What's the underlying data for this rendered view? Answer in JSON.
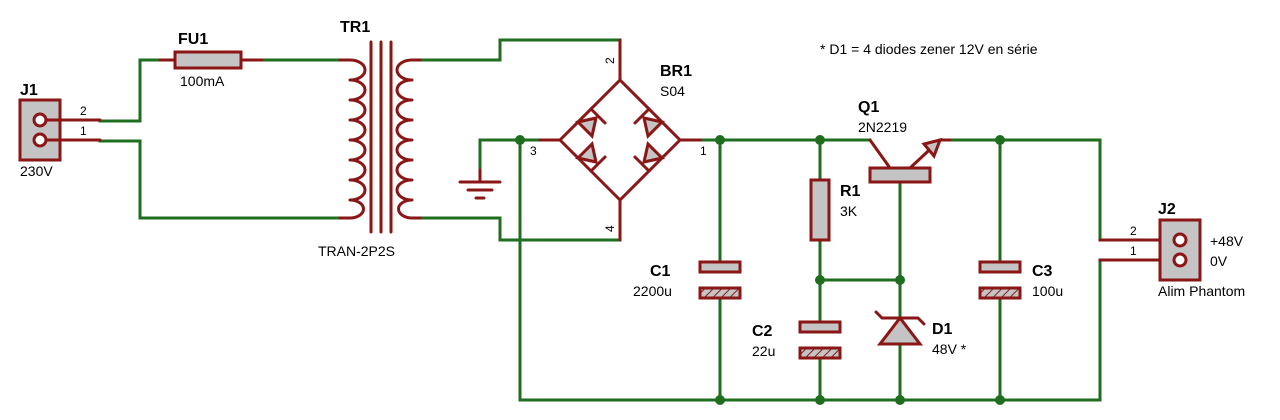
{
  "note": "* D1 = 4 diodes zener 12V en série",
  "components": {
    "J1": {
      "ref": "J1",
      "value": "230V",
      "pin_top": "2",
      "pin_bottom": "1"
    },
    "FU1": {
      "ref": "FU1",
      "value": "100mA"
    },
    "TR1": {
      "ref": "TR1",
      "value": "TRAN-2P2S"
    },
    "BR1": {
      "ref": "BR1",
      "value": "S04",
      "pin_top": "2",
      "pin_left": "3",
      "pin_right": "1",
      "pin_bottom": "4"
    },
    "Q1": {
      "ref": "Q1",
      "value": "2N2219"
    },
    "R1": {
      "ref": "R1",
      "value": "3K"
    },
    "C1": {
      "ref": "C1",
      "value": "2200u"
    },
    "C2": {
      "ref": "C2",
      "value": "22u"
    },
    "C3": {
      "ref": "C3",
      "value": "100u"
    },
    "D1": {
      "ref": "D1",
      "value": "48V *"
    },
    "J2": {
      "ref": "J2",
      "value1": "+48V",
      "value2": "0V",
      "label": "Alim Phantom",
      "pin_top": "2",
      "pin_bottom": "1"
    }
  },
  "colors": {
    "wire": "#1f6e1f",
    "component": "#8a1616",
    "body": "#c4c4c4"
  }
}
